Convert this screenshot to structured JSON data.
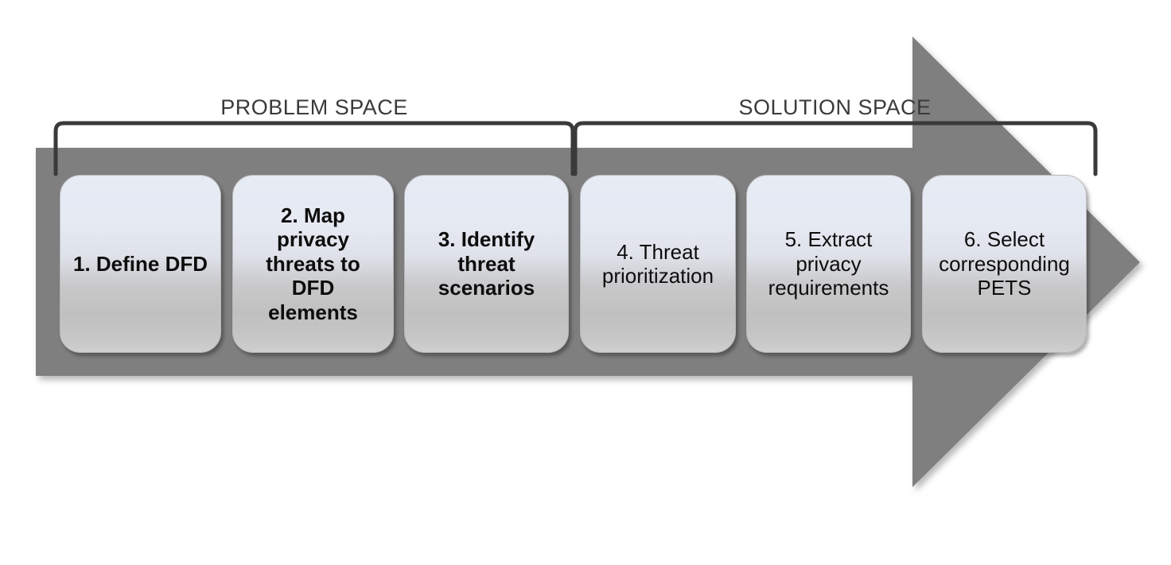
{
  "diagram": {
    "title": "Privacy threat modeling methodology process arrow",
    "background_color": "#ffffff",
    "arrow": {
      "name": "process-arrow",
      "fill_color": "#7f7f7f",
      "direction": "right"
    },
    "phases": [
      {
        "id": "problem-space",
        "label": "PROBLEM SPACE",
        "bracket_color": "#3a3a3a",
        "steps": [
          0,
          1,
          2
        ]
      },
      {
        "id": "solution-space",
        "label": "SOLUTION SPACE",
        "bracket_color": "#3a3a3a",
        "steps": [
          3,
          4,
          5
        ]
      }
    ],
    "steps": [
      {
        "number": "1",
        "label": "1. Define DFD",
        "emphasis": "bold",
        "phase": "problem-space"
      },
      {
        "number": "2",
        "label": "2. Map\nprivacy\nthreats to\nDFD\nelements",
        "emphasis": "bold",
        "phase": "problem-space"
      },
      {
        "number": "3",
        "label": "3. Identify\nthreat\nscenarios",
        "emphasis": "bold",
        "phase": "problem-space"
      },
      {
        "number": "4",
        "label": "4. Threat\nprioritization",
        "emphasis": "normal",
        "phase": "solution-space"
      },
      {
        "number": "5",
        "label": "5. Extract\nprivacy\nrequirements",
        "emphasis": "normal",
        "phase": "solution-space"
      },
      {
        "number": "6",
        "label": "6. Select\ncorresponding\nPETS",
        "emphasis": "normal",
        "phase": "solution-space"
      }
    ],
    "colors": {
      "arrow_gray": "#7f7f7f",
      "box_top": "#e7ebf4",
      "box_bottom": "#c6c6c6",
      "text_dark": "#0d0d0d",
      "bracket": "#3a3a3a"
    }
  }
}
